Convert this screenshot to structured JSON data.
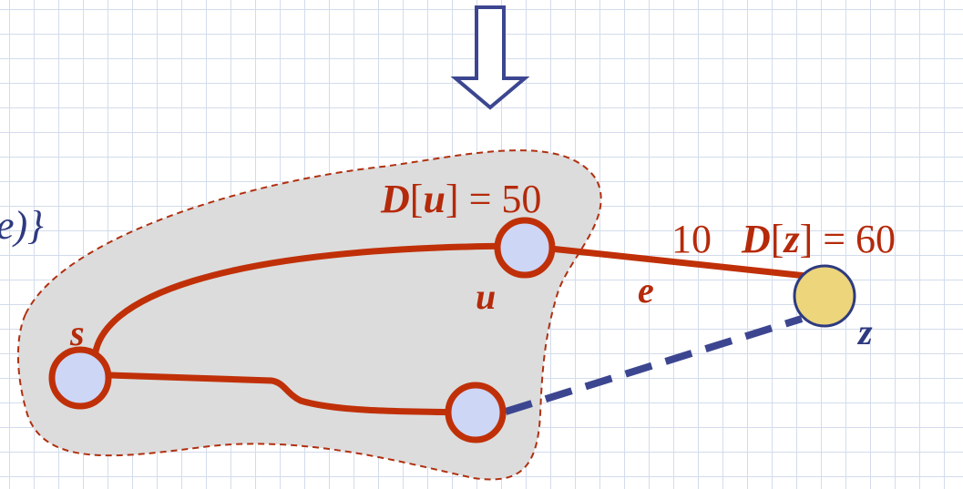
{
  "colors": {
    "cloud_fill": "#dcdcdc",
    "cloud_border": "#b03010",
    "edge": "#c03008",
    "dashed_edge": "#3c4690",
    "arrow": "#3c4690",
    "node_fill": "#cdd6f5",
    "node_border": "#c03008",
    "target_fill": "#ecd57a",
    "text": "#b52a0a",
    "label_dark": "#2e3a80"
  },
  "labels": {
    "left_fragment": "e)}",
    "node_s": "s",
    "node_u": "u",
    "node_z": "z",
    "edge_e": "e",
    "du_D": "D",
    "du_open": "[",
    "du_var": "u",
    "du_close": "] = 50",
    "weight": "10",
    "dz_D": "D",
    "dz_open": "[",
    "dz_var": "z",
    "dz_close": "] = 60"
  }
}
